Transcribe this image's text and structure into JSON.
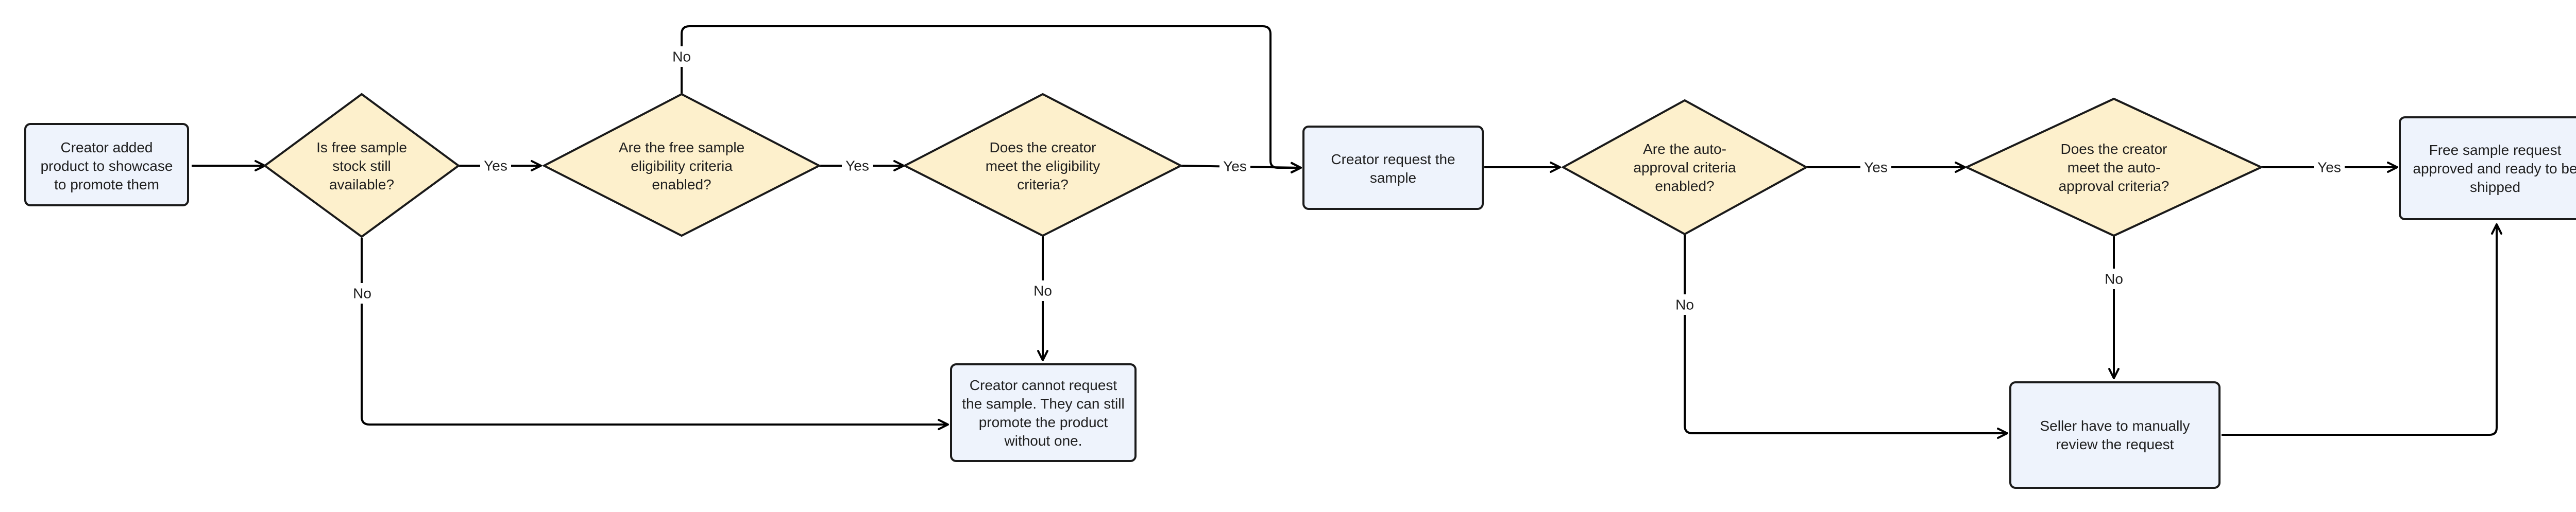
{
  "colors": {
    "box_fill": "#eef3fc",
    "decision_fill": "#fdf0cc",
    "stroke": "#1a1a1a",
    "edge": "#000000"
  },
  "nodes": {
    "start": {
      "kind": "process",
      "lines": [
        "Creator added",
        "product to showcase",
        "to promote them"
      ]
    },
    "stock": {
      "kind": "decision",
      "lines": [
        "Is free sample",
        "stock still",
        "available?"
      ]
    },
    "criteria_enabled": {
      "kind": "decision",
      "lines": [
        "Are the free sample",
        "eligibility criteria",
        "enabled?"
      ]
    },
    "meets_criteria": {
      "kind": "decision",
      "lines": [
        "Does the creator",
        "meet the eligibility",
        "criteria?"
      ]
    },
    "cannot_request": {
      "kind": "process",
      "lines": [
        "Creator cannot request",
        "the sample. They can still",
        "promote the product",
        "without one."
      ]
    },
    "request": {
      "kind": "process",
      "lines": [
        "Creator request the",
        "sample"
      ]
    },
    "auto_enabled": {
      "kind": "decision",
      "lines": [
        "Are the auto-",
        "approval criteria",
        "enabled?"
      ]
    },
    "meets_auto": {
      "kind": "decision",
      "lines": [
        "Does the creator",
        "meet the auto-",
        "approval criteria?"
      ]
    },
    "approved": {
      "kind": "process",
      "lines": [
        "Free sample request",
        "approved and ready to be",
        "shipped"
      ]
    },
    "manual": {
      "kind": "process",
      "lines": [
        "Seller have to manually",
        "review the request"
      ]
    }
  },
  "edges": [
    {
      "id": "start-to-stock",
      "label": ""
    },
    {
      "id": "stock-yes",
      "label": "Yes"
    },
    {
      "id": "stock-no",
      "label": "No"
    },
    {
      "id": "criteria-yes",
      "label": "Yes"
    },
    {
      "id": "criteria-no",
      "label": "No"
    },
    {
      "id": "eligible-yes",
      "label": "Yes"
    },
    {
      "id": "eligible-no",
      "label": "No"
    },
    {
      "id": "request-to-auto",
      "label": ""
    },
    {
      "id": "auto-yes",
      "label": "Yes"
    },
    {
      "id": "auto-no",
      "label": "No"
    },
    {
      "id": "meets-auto-yes",
      "label": "Yes"
    },
    {
      "id": "meets-auto-no",
      "label": "No"
    },
    {
      "id": "manual-to-approved",
      "label": ""
    }
  ]
}
